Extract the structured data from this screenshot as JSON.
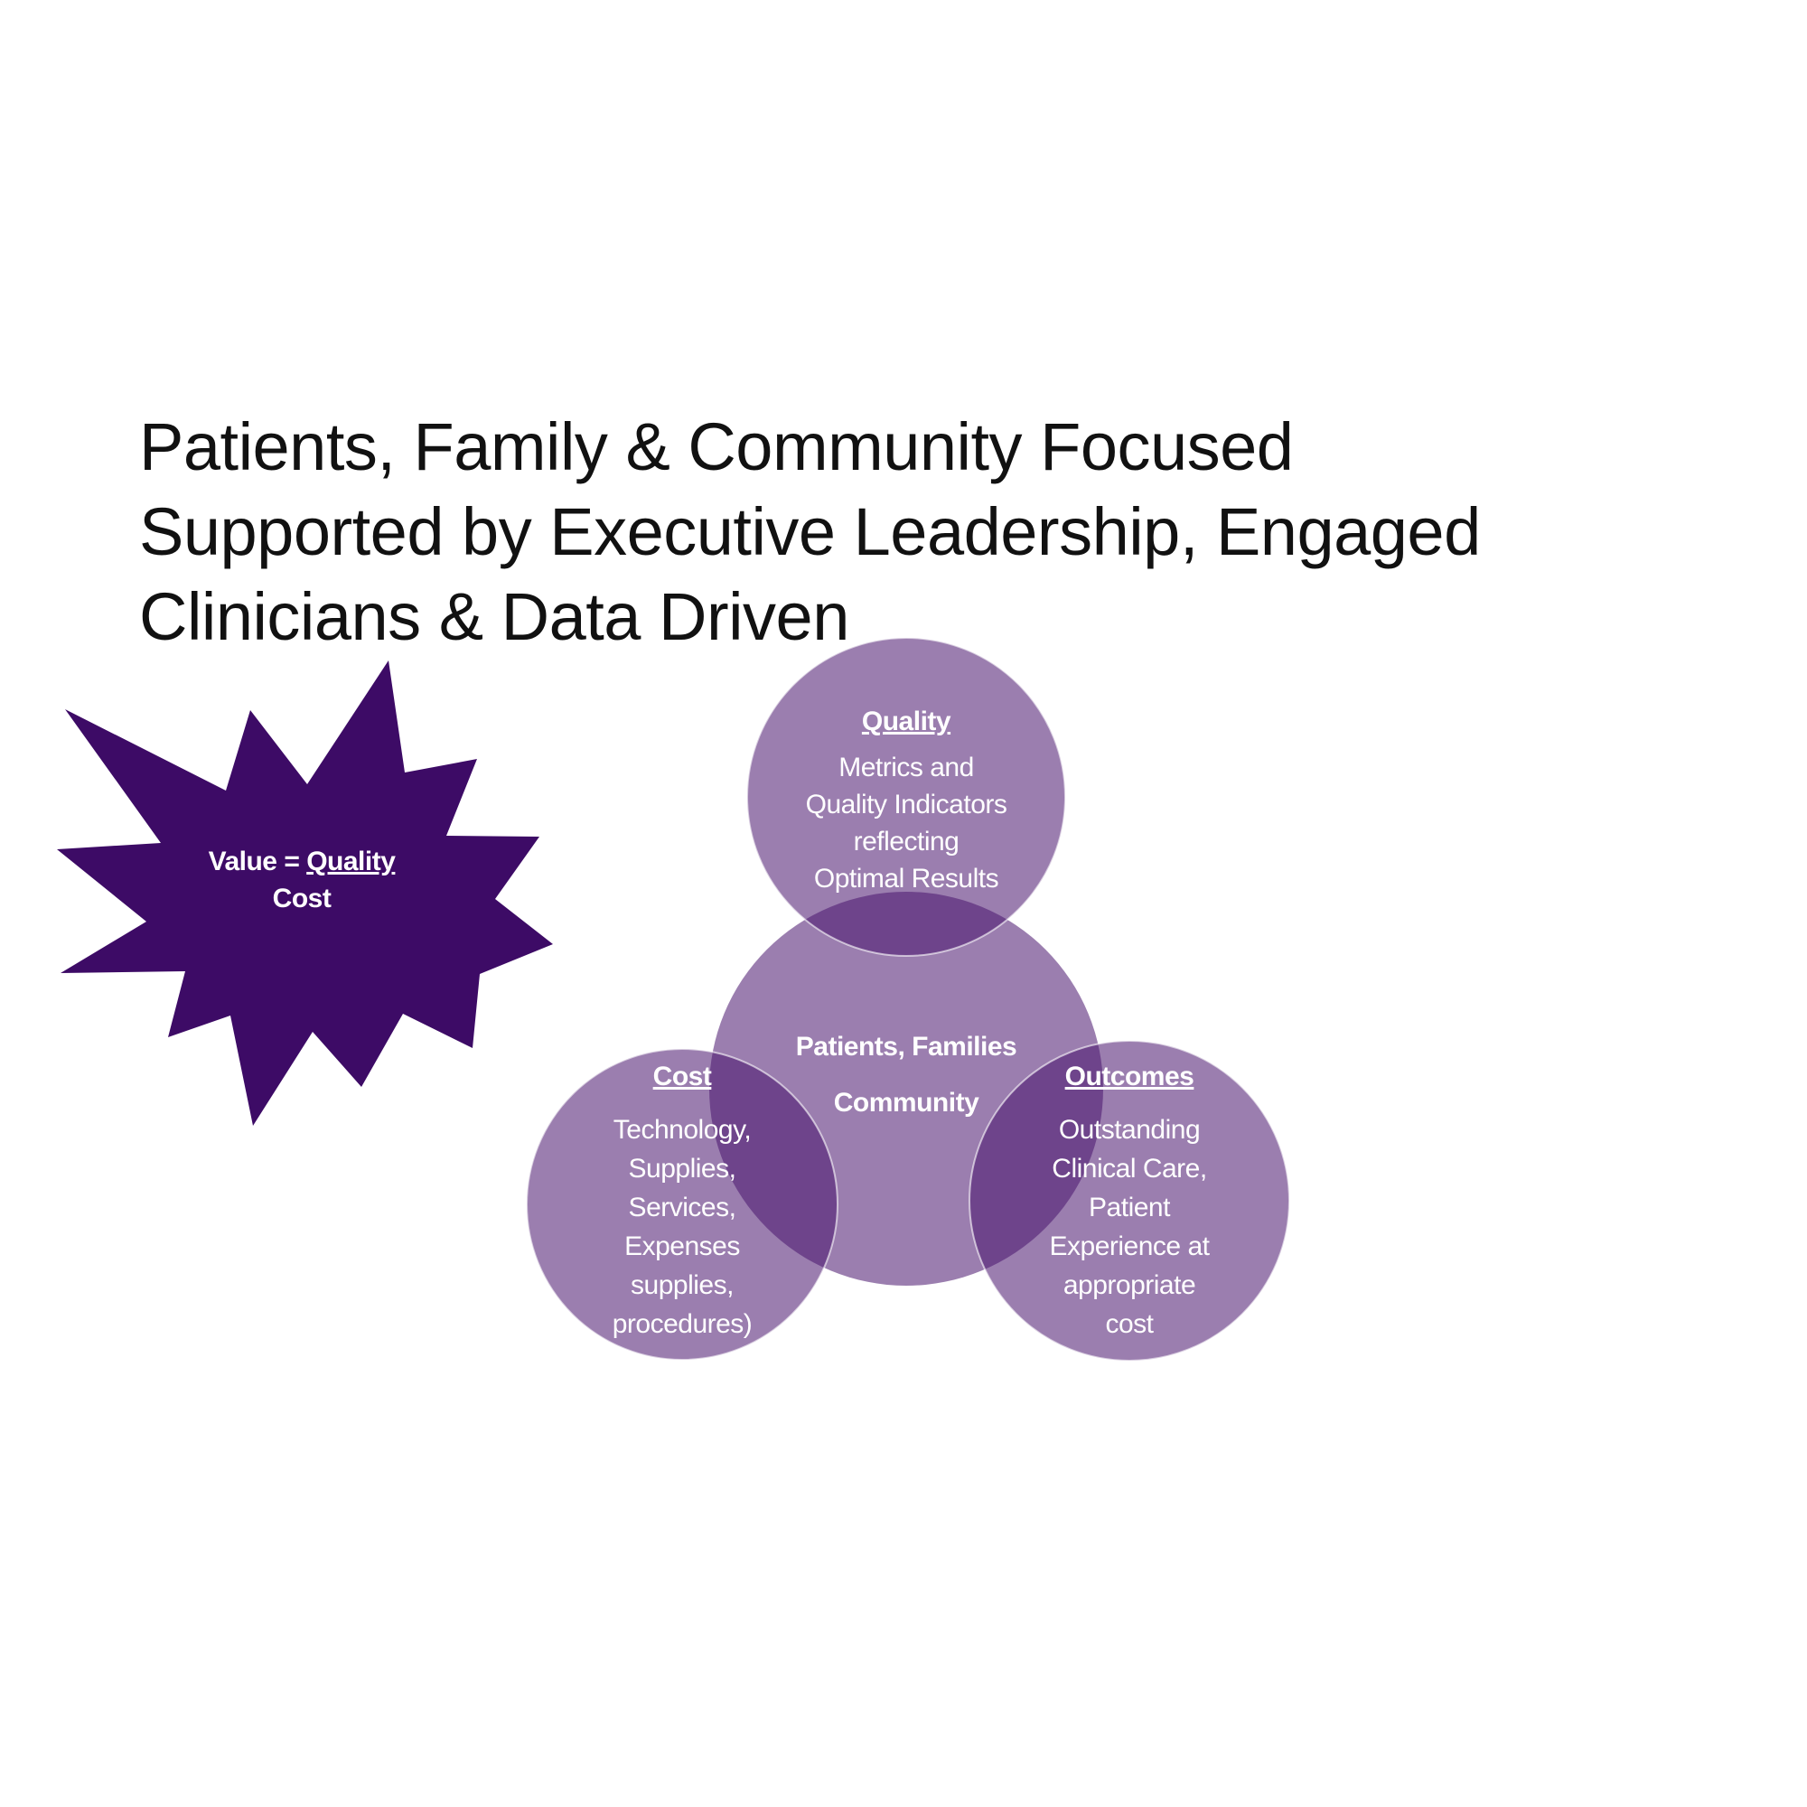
{
  "title": {
    "lines": [
      "Patients, Family & Community Focused",
      "Supported by Executive Leadership, Engaged",
      "Clinicians & Data Driven"
    ]
  },
  "starburst": {
    "value_label": "Value = ",
    "numerator": "Quality",
    "denominator": "Cost",
    "color": "#3d0b66"
  },
  "venn": {
    "circle_color": "#49146e",
    "center": {
      "line1": "Patients, Families",
      "line2": "Community"
    },
    "quality": {
      "heading": "Quality",
      "lines": [
        "Metrics and",
        "Quality Indicators",
        "reflecting",
        "Optimal Results"
      ]
    },
    "cost": {
      "heading": "Cost",
      "lines": [
        "Technology,",
        "Supplies,",
        "Services,",
        "Expenses",
        "supplies,",
        "procedures)"
      ]
    },
    "outcomes": {
      "heading": "Outcomes",
      "lines": [
        "Outstanding",
        "Clinical Care,",
        "Patient",
        "Experience at",
        "appropriate",
        "cost"
      ]
    }
  }
}
